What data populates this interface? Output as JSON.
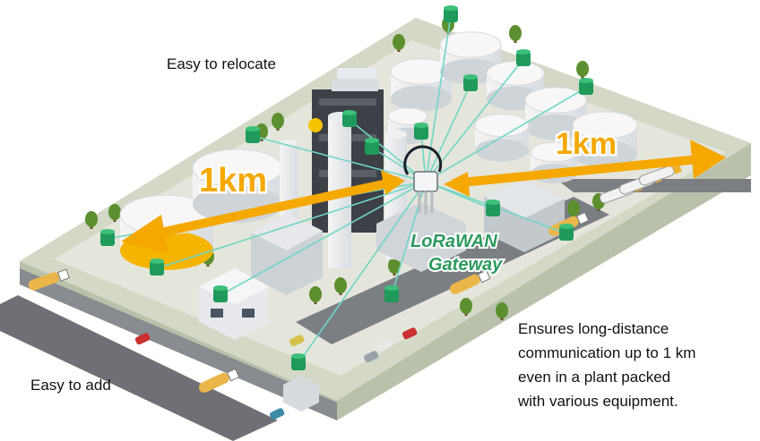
{
  "labels": {
    "relocate": "Easy to relocate",
    "add": "Easy to add",
    "ensures": [
      "Ensures long-distance",
      "communication up to 1 km",
      "even in a plant packed",
      "with various equipment."
    ]
  },
  "gateway": {
    "line1": "LoRaWAN",
    "line2": "Gateway"
  },
  "distances": {
    "left": "1km",
    "right": "1km"
  },
  "colors": {
    "arrow": "#f5a800",
    "link": "#6fd6c4",
    "sensor": "#1f9a5a",
    "ground": "#cfd6c0",
    "road": "#6e7075"
  },
  "icons": [
    "gateway-icon",
    "sensor-icon",
    "tank-icon",
    "truck-icon",
    "tree-icon",
    "car-icon",
    "building-icon"
  ]
}
